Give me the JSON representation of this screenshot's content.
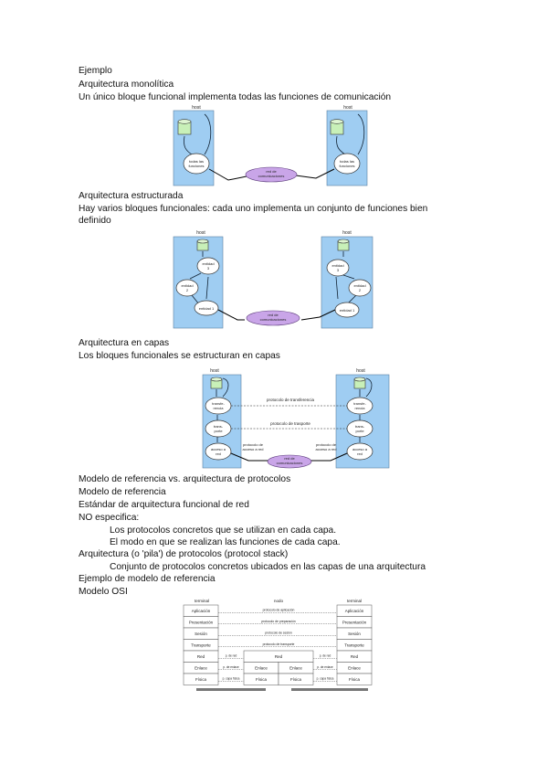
{
  "text": {
    "l1": "Ejemplo",
    "l2": "Arquitectura monolítica",
    "l3": "Un único bloque funcional implementa todas las funciones de comunicación",
    "l4": "Arquitectura estructurada",
    "l5": "Hay varios bloques funcionales: cada uno implementa un conjunto de funciones bien",
    "l6": "definido",
    "l7": "Arquitectura en capas",
    "l8": "Los bloques funcionales se estructuran en capas",
    "l9": "Modelo de referencia vs. arquitectura de protocolos",
    "l10": "Modelo de referencia",
    "l11": "Estándar de arquitectura funcional de red",
    "l12": "NO especifica:",
    "l13": "Los protocolos concretos que se utilizan en cada capa.",
    "l14": "El modo en que se realizan las funciones de cada capa.",
    "l15": "Arquitectura (o 'pila') de protocolos (protocol stack)",
    "l16": "Conjunto de protocolos concretos ubicados en las capas de una arquitectura",
    "l17": "Ejemplo de modelo de referencia",
    "l18": "Modelo OSI"
  },
  "fig1": {
    "host": "host",
    "funcs": [
      "todas las",
      "funciones"
    ],
    "net": [
      "red de",
      "comunicaciones"
    ]
  },
  "fig2": {
    "host": "host",
    "e3": [
      "entidad",
      "3"
    ],
    "e2": [
      "entidad",
      "2"
    ],
    "e1": [
      "entidad 1"
    ],
    "net": [
      "red de",
      "comunicaciones"
    ]
  },
  "fig3": {
    "host": "host",
    "transf": [
      "transfe-",
      "rencia"
    ],
    "transp": [
      "trans-",
      "porte"
    ],
    "acceso": [
      "acceso a",
      "red"
    ],
    "p_transf": "protocolo de transferencia",
    "p_transp": "protocolo de trasporte",
    "p_acc": [
      "protocolo de",
      "acceso a red"
    ],
    "net": [
      "red de",
      "comunicaciones"
    ]
  },
  "osi": {
    "terminal": "terminal",
    "nodo": "nodo",
    "layers": [
      "Aplicación",
      "Presentación",
      "Sesión",
      "Transporte",
      "Red",
      "Enlace",
      "Física"
    ],
    "protos": [
      "protocolo de aplicación",
      "protocolo de preparación",
      "protocolo de sesión",
      "protocolo de transporte"
    ],
    "low": [
      "p. de red",
      "p. de enlace",
      "p. capa física"
    ],
    "node_red": "Red",
    "node_enl": "Enlace",
    "node_fis": "Física"
  }
}
